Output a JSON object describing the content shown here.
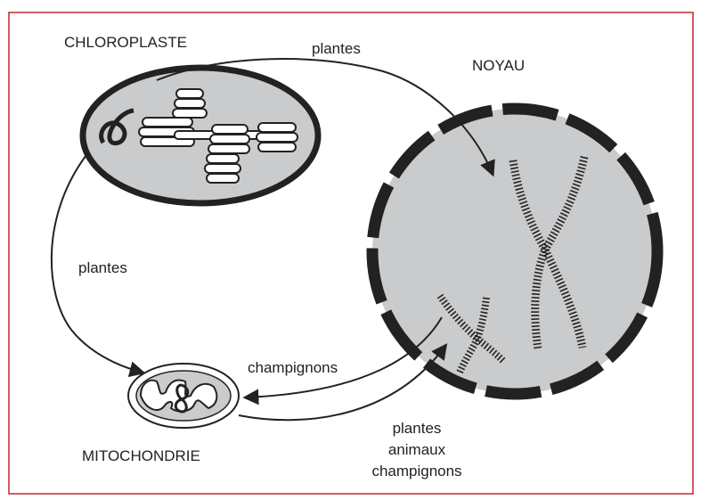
{
  "labels": {
    "chloroplast": "CHLOROPLASTE",
    "nucleus": "NOYAU",
    "mitochondria": "MITOCHONDRIE",
    "arrow_top": "plantes",
    "arrow_left": "plantes",
    "arrow_mid": "champignons",
    "arrow_bottom_lines": [
      "plantes",
      "animaux",
      "champignons"
    ]
  },
  "colors": {
    "frame": "#c0262c",
    "fill_grey": "#c9cbcd",
    "ink": "#222222"
  }
}
